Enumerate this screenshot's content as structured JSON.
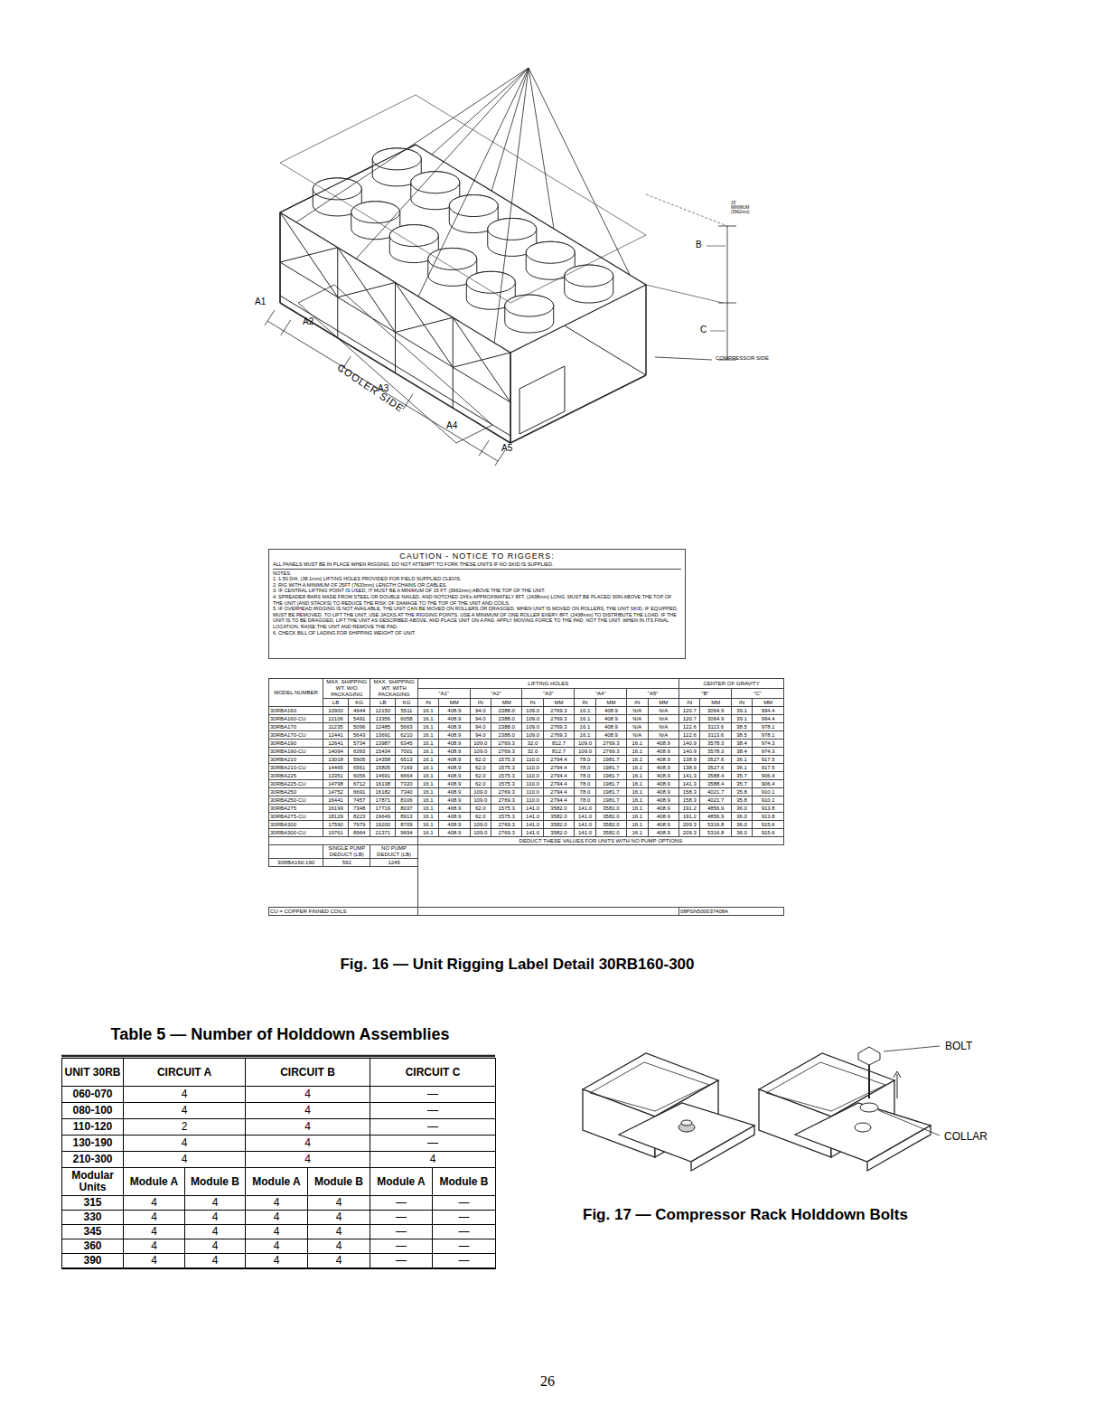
{
  "diagram": {
    "caption": "Fig. 16 — Unit Rigging Label Detail 30RB160-300",
    "labels": [
      "A1",
      "A2",
      "A3",
      "A4",
      "A5",
      "B",
      "C",
      "COOLER SIDE",
      "COMPRESSOR SIDE",
      "15' MINIMUM (3962mm)",
      "CAUTION - NOTICE TO RIGGERS:",
      "ALL PANELS MUST BE IN PLACE WHEN RIGGING. DO NOT ATTEMPT TO FORK THESE UNITS IF NO SKID IS SUPPLIED.",
      "NOTES:",
      "1. 1.50 DIA. (38.1mm) LIFTING HOLES PROVIDED FOR FIELD SUPPLIED CLEVIS.",
      "2. RIG WITH A MINIMUM OF 25FT (7620mm) LENGTH CHAINS OR CABLES.",
      "3. IF CENTRAL LIFTING POINT IS USED, IT MUST BE A MINIMUM OF 15 FT. (3962mm) ABOVE THE TOP OF THE UNIT.",
      "4. SPREADER BARS MADE FROM STEEL OR DOUBLE NAILED, AND NOTCHED 2X6's APPROXIMATELY 8FT. (2438mm) LONG, MUST BE PLACED 30IN ABOVE THE TOP OF THE UNIT (AND STACKS) TO REDUCE THE RISK OF DAMAGE TO THE TOP OF THE UNIT AND COILS.",
      "5. IF OVERHEAD RIGGING IS NOT AVAILABLE, THE UNIT CAN BE MOVED ON ROLLERS OR DRAGGED. WHEN UNIT IS MOVED ON ROLLERS, THE UNIT SKID, IF EQUIPPED, MUST BE REMOVED. TO LIFT THE UNIT, USE JACKS AT THE RIGGING POINTS. USE A MINIMUM OF ONE ROLLER EVERY 8FT. (2438mm) TO DISTRIBUTE THE LOAD. IF THE UNIT IS TO BE DRAGGED, LIFT THE UNIT AS DESCRIBED ABOVE, AND PLACE UNIT ON A PAD. APPLY MOVING FORCE TO THE PAD, NOT THE UNIT. WHEN IN ITS FINAL LOCATION, RAISE THE UNIT AND REMOVE THE PAD.",
      "6. CHECK BILL OF LADING FOR SHIPPING WEIGHT OF UNIT.",
      "MODEL NUMBER",
      "MAX. SHIPPING WT. W/O PACKAGING",
      "MAX. SHIPPING WT. WITH PACKAGING",
      "LIFTING HOLES",
      "CENTER OF GRAVITY",
      "\"A1\"",
      "\"A2\"",
      "\"A3\"",
      "\"A4\"",
      "\"A5\"",
      "\"B\"",
      "\"C\"",
      "LB",
      "KG",
      "LB",
      "KG",
      "IN",
      "MM",
      "IN",
      "MM",
      "IN",
      "MM",
      "IN",
      "MM",
      "IN",
      "MM",
      "IN",
      "MM",
      "IN",
      "MM",
      "30RBA160",
      "10900",
      "4944",
      "12150",
      "5511",
      "16.1",
      "408.9",
      "94.0",
      "2388.0",
      "109.0",
      "2769.3",
      "16.1",
      "408.9",
      "N/A",
      "N/A",
      "120.7",
      "3064.9",
      "39.1",
      "994.4",
      "30RBA160-CU",
      "12106",
      "5491",
      "13356",
      "6058",
      "16.1",
      "408.9",
      "94.0",
      "2388.0",
      "109.0",
      "2769.3",
      "16.1",
      "408.9",
      "N/A",
      "N/A",
      "120.7",
      "3064.9",
      "39.1",
      "994.4",
      "30RBA170",
      "11235",
      "5096",
      "12485",
      "5663",
      "16.1",
      "408.9",
      "94.0",
      "2388.0",
      "109.0",
      "2769.3",
      "16.1",
      "408.9",
      "N/A",
      "N/A",
      "122.6",
      "3113.6",
      "38.5",
      "978.1",
      "30RBA170-CU",
      "12441",
      "5643",
      "13691",
      "6210",
      "16.1",
      "408.9",
      "94.0",
      "2388.0",
      "109.0",
      "2769.3",
      "16.1",
      "408.9",
      "N/A",
      "N/A",
      "122.6",
      "3113.6",
      "38.5",
      "978.1",
      "30RBA190",
      "12641",
      "5734",
      "13987",
      "6345",
      "16.1",
      "408.9",
      "109.0",
      "2769.3",
      "32.0",
      "812.7",
      "109.0",
      "2769.3",
      "16.1",
      "408.9",
      "140.9",
      "3578.3",
      "38.4",
      "974.3",
      "30RBA190-CU",
      "14094",
      "6393",
      "15434",
      "7001",
      "16.1",
      "408.9",
      "109.0",
      "2769.3",
      "32.0",
      "812.7",
      "109.0",
      "2769.3",
      "16.1",
      "408.9",
      "140.9",
      "3578.3",
      "38.4",
      "974.3",
      "30RBA210",
      "13018",
      "5905",
      "14358",
      "6513",
      "16.1",
      "408.9",
      "62.0",
      "1575.3",
      "110.0",
      "2794.4",
      "78.0",
      "1981.7",
      "16.1",
      "408.9",
      "138.9",
      "3527.6",
      "36.1",
      "917.5",
      "30RBA210-CU",
      "14465",
      "6561",
      "15805",
      "7169",
      "16.1",
      "408.9",
      "62.0",
      "1575.3",
      "110.0",
      "2794.4",
      "78.0",
      "1981.7",
      "16.1",
      "408.9",
      "138.9",
      "3527.6",
      "36.1",
      "917.5",
      "30RBA225",
      "13351",
      "6056",
      "14691",
      "6664",
      "16.1",
      "408.9",
      "62.0",
      "1575.3",
      "110.0",
      "2794.4",
      "78.0",
      "1981.7",
      "16.1",
      "408.9",
      "141.3",
      "3588.4",
      "35.7",
      "906.4",
      "30RBA225-CU",
      "14798",
      "6712",
      "16138",
      "7320",
      "16.1",
      "408.9",
      "62.0",
      "1575.3",
      "110.0",
      "2794.4",
      "78.0",
      "1981.7",
      "16.1",
      "408.9",
      "141.3",
      "3588.4",
      "35.7",
      "906.4",
      "30RBA250",
      "14752",
      "6691",
      "16182",
      "7340",
      "16.1",
      "408.9",
      "109.0",
      "2769.3",
      "110.0",
      "2794.4",
      "78.0",
      "1981.7",
      "16.1",
      "408.9",
      "158.3",
      "4021.7",
      "35.8",
      "910.1",
      "30RBA250-CU",
      "16441",
      "7457",
      "17871",
      "8106",
      "16.1",
      "408.9",
      "109.0",
      "2769.3",
      "110.0",
      "2794.4",
      "78.0",
      "1981.7",
      "16.1",
      "408.9",
      "158.3",
      "4021.7",
      "35.8",
      "910.1",
      "30RBA275",
      "16199",
      "7348",
      "17719",
      "8037",
      "16.1",
      "408.9",
      "62.0",
      "1575.3",
      "141.0",
      "3582.0",
      "141.0",
      "3582.0",
      "16.1",
      "408.9",
      "191.2",
      "4856.9",
      "36.0",
      "913.8",
      "30RBA275-CU",
      "18129",
      "8223",
      "19649",
      "8913",
      "16.1",
      "408.9",
      "62.0",
      "1575.3",
      "141.0",
      "3582.0",
      "141.0",
      "3582.0",
      "16.1",
      "408.9",
      "191.2",
      "4856.9",
      "36.0",
      "913.8",
      "30RBA300",
      "17590",
      "7979",
      "19200",
      "8709",
      "16.1",
      "408.9",
      "109.0",
      "2769.3",
      "141.0",
      "3582.0",
      "141.0",
      "3582.0",
      "16.1",
      "408.9",
      "209.3",
      "5316.8",
      "36.0",
      "915.6",
      "30RBA300-CU",
      "19761",
      "8964",
      "21371",
      "9694",
      "16.1",
      "408.9",
      "109.0",
      "2769.3",
      "141.0",
      "3582.0",
      "141.0",
      "3582.0",
      "16.1",
      "408.9",
      "209.3",
      "5316.8",
      "36.0",
      "915.6",
      "DEDUCT THESE VALUES FOR UNITS WITH NO PUMP OPTIONS",
      "SINGLE PUMP DEDUCT (LB)",
      "NO PUMP DEDUCT (LB)",
      "30RBA160-190",
      "592",
      "1245",
      "CU = COPPER FINNED COILS",
      "08PSN500037408A",
      "Table 5 — Number of Holddown Assemblies",
      "UNIT 30RB",
      "CIRCUIT A",
      "CIRCUIT B",
      "CIRCUIT C",
      "060-070",
      "4",
      "4",
      "—",
      "080-100",
      "4",
      "4",
      "—",
      "110-120",
      "2",
      "4",
      "—",
      "130-190",
      "4",
      "4",
      "—",
      "210-300",
      "4",
      "4",
      "4",
      "Modular Units",
      "Module A",
      "Module B",
      "Module A",
      "Module B",
      "Module A",
      "Module B",
      "315",
      "4",
      "4",
      "4",
      "4",
      "—",
      "—",
      "330",
      "4",
      "4",
      "4",
      "4",
      "—",
      "—",
      "345",
      "4",
      "4",
      "4",
      "4",
      "—",
      "—",
      "360",
      "4",
      "4",
      "4",
      "4",
      "—",
      "—",
      "390",
      "4",
      "4",
      "4",
      "4",
      "—",
      "—",
      "BOLT",
      "COLLAR",
      "Fig. 17 — Compressor Rack Holddown Bolts",
      "26"
    ]
  }
}
